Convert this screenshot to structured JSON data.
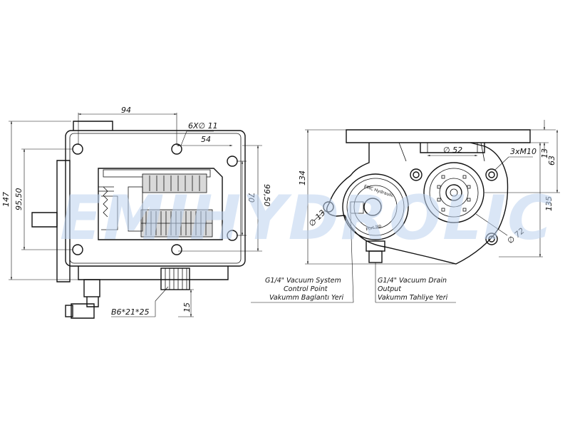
{
  "watermark": "EMIHYDROLIC",
  "left_view": {
    "dims": {
      "width_94": "94",
      "holes": "6X∅ 11",
      "w54": "54",
      "h147": "147",
      "h95_50": "95,50",
      "h70": "70",
      "h99_50": "99,50",
      "spline": "B6*21*25",
      "d15": "15"
    }
  },
  "right_view": {
    "dims": {
      "d52": "∅ 52",
      "tap": "3xM10",
      "v13": "13",
      "v63": "63",
      "h134": "134",
      "h135": "135",
      "d13": "∅ 13",
      "d72": "∅ 72"
    },
    "plate_text": "EMC Hydraulic",
    "port_text": "Port No"
  },
  "notes": {
    "control": {
      "line1": "G1/4\" Vacuum System",
      "line2": "Control Point",
      "line3": "Vakumm Baglantı Yeri"
    },
    "drain": {
      "line1": "G1/4\" Vacuum Drain",
      "line2": "Output",
      "line3": "Vakumm Tahliye Yeri"
    }
  }
}
